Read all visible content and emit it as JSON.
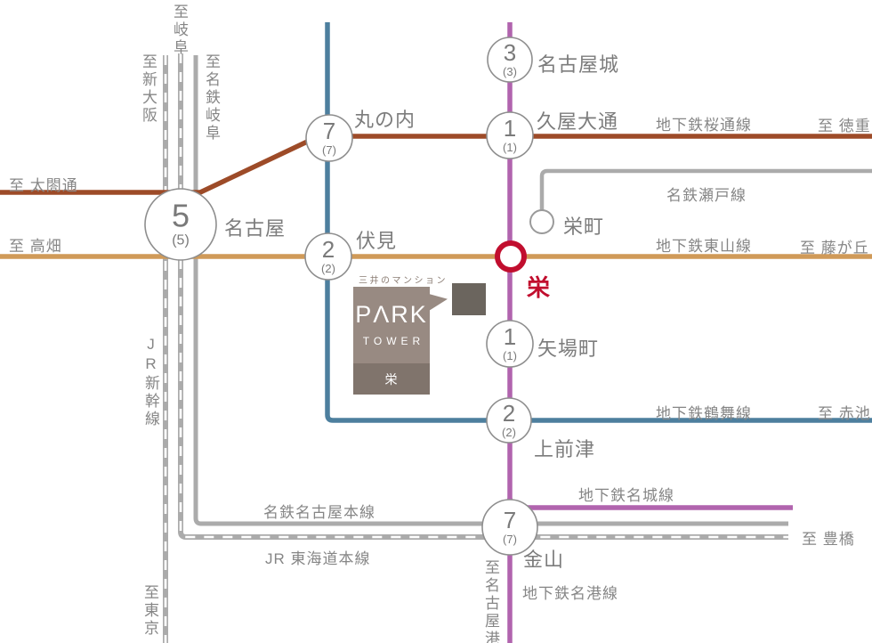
{
  "map": {
    "stations": [
      {
        "name": "名古屋城",
        "minutes": "3",
        "minutes_paren": "(3)"
      },
      {
        "name": "久屋大通",
        "minutes": "1",
        "minutes_paren": "(1)"
      },
      {
        "name": "丸の内",
        "minutes": "7",
        "minutes_paren": "(7)"
      },
      {
        "name": "名古屋",
        "minutes": "5",
        "minutes_paren": "(5)"
      },
      {
        "name": "伏見",
        "minutes": "2",
        "minutes_paren": "(2)"
      },
      {
        "name": "栄町"
      },
      {
        "name": "栄"
      },
      {
        "name": "矢場町",
        "minutes": "1",
        "minutes_paren": "(1)"
      },
      {
        "name": "上前津",
        "minutes": "2",
        "minutes_paren": "(2)"
      },
      {
        "name": "金山",
        "minutes": "7",
        "minutes_paren": "(7)"
      }
    ],
    "line_labels": {
      "sakuradori": "地下鉄桜通線",
      "seto": "名鉄瀬戸線",
      "higashiyama": "地下鉄東山線",
      "tsurumai": "地下鉄鶴舞線",
      "meijo": "地下鉄名城線",
      "meitetsu_main": "名鉄名古屋本線",
      "jr_tokaido": "JR 東海道本線",
      "meiko": "地下鉄名港線",
      "jr_shinkansen": "JR新幹線"
    },
    "directions": {
      "gifu": "至岐阜",
      "shin_osaka": "至新大阪",
      "meitetsu_gifu": "至名鉄岐阜",
      "taikodori": "至 太閤通",
      "takabata": "至 高畑",
      "tokushige": "至 徳重",
      "fujigaoka": "至 藤が丘",
      "akaike": "至 赤池",
      "toyohashi": "至 豊橋",
      "tokyo": "至東京",
      "nagoyako": "至名古屋港"
    }
  },
  "brand": {
    "tagline": "三井のマンション",
    "logo": "PΛRK",
    "logo_sub": "TOWER",
    "badge": "栄"
  },
  "colors": {
    "sakuradori_brown": "#9d4b28",
    "higashiyama_tan": "#d09a58",
    "tsurumai_blue": "#4d7f9e",
    "meijo_purple": "#b164ae",
    "rail_gray": "#ababab",
    "sakae_red": "#c10e2e",
    "text_gray": "#7c7c7c",
    "brand_taupe": "#988a82",
    "brand_taupe_dark": "#80746c",
    "site_square_gray": "#6b655e"
  }
}
